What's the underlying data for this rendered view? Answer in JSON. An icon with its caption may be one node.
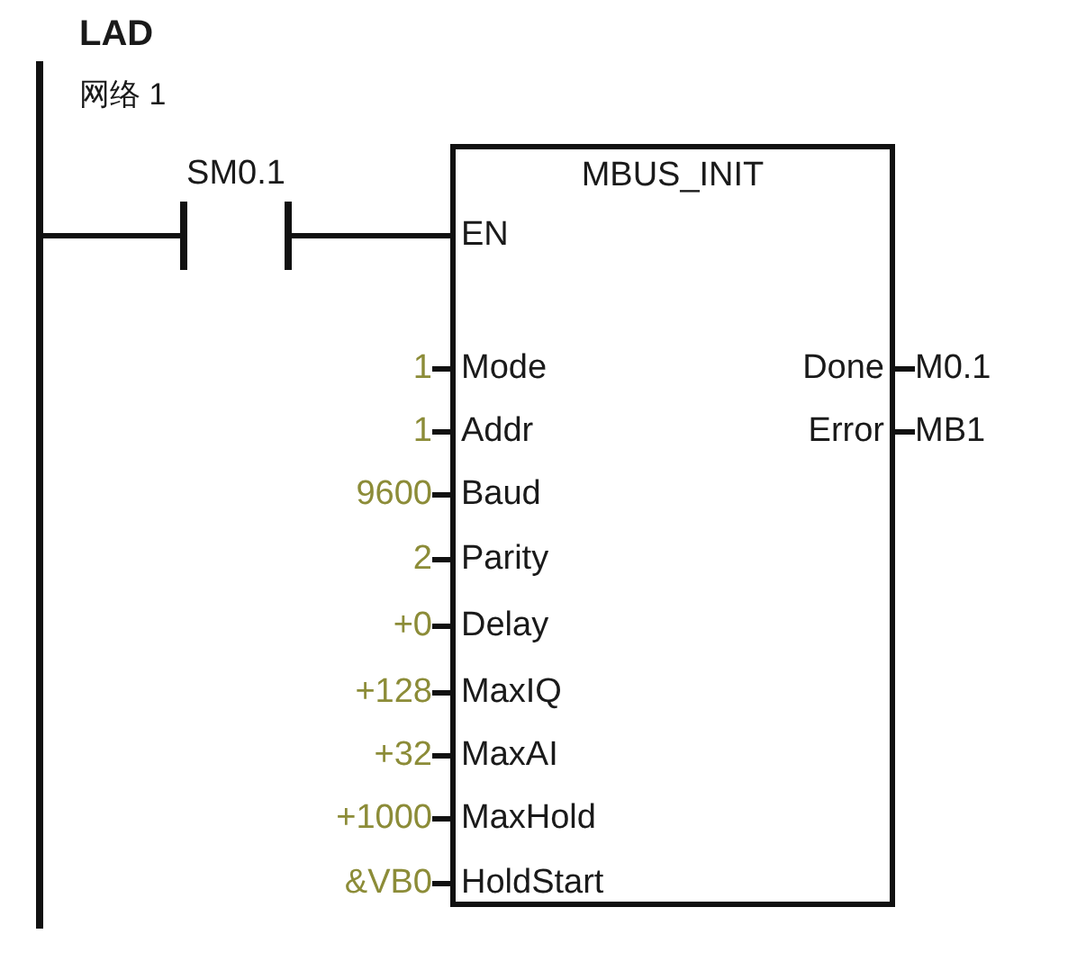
{
  "diagram": {
    "title": "LAD",
    "nodes": [
      {
        "text": [],
        "shape": "bar"
      },
      {
        "text": [
          "SM0.1"
        ]
      },
      {
        "text": [
          "MBUS_INIT",
          "EN",
          "Mode",
          "Done",
          "Addr",
          "Error",
          "Baud",
          "Parity",
          "Delay",
          "MaxIQ",
          "MaxAI",
          "MaxHold",
          "HoldStart"
        ]
      },
      {
        "text": [
          "1"
        ]
      },
      {
        "text": [
          "M0.1"
        ]
      },
      {
        "text": [
          "1"
        ]
      },
      {
        "text": [
          "MB1"
        ]
      },
      {
        "text": [
          "9600"
        ]
      },
      {
        "text": [
          "2"
        ]
      },
      {
        "text": [
          "+0"
        ]
      },
      {
        "text": [
          "+128"
        ]
      },
      {
        "text": [
          "+32"
        ]
      },
      {
        "text": [
          "+1000"
        ]
      },
      {
        "text": [
          "&VB0"
        ]
      }
    ],
    "edges": [
      {
        "from": 0,
        "to": 1,
        "arrow": "none"
      },
      {
        "from": 1,
        "to": 2,
        "arrow": "none"
      },
      {
        "from": 3,
        "to": 2,
        "arrow": "none"
      },
      {
        "from": 2,
        "to": 4,
        "arrow": "none"
      },
      {
        "from": 5,
        "to": 2,
        "arrow": "none"
      },
      {
        "from": 2,
        "to": 6,
        "arrow": "none"
      },
      {
        "from": 7,
        "to": 2,
        "arrow": "none"
      },
      {
        "from": 8,
        "to": 2,
        "arrow": "none"
      },
      {
        "from": 9,
        "to": 2,
        "arrow": "none"
      },
      {
        "from": 10,
        "to": 2,
        "arrow": "none"
      },
      {
        "from": 11,
        "to": 2,
        "arrow": "none"
      },
      {
        "from": 12,
        "to": 2,
        "arrow": "none"
      },
      {
        "from": 13,
        "to": 2,
        "arrow": "none"
      }
    ],
    "labels": [
      "网络 1"
    ]
  }
}
